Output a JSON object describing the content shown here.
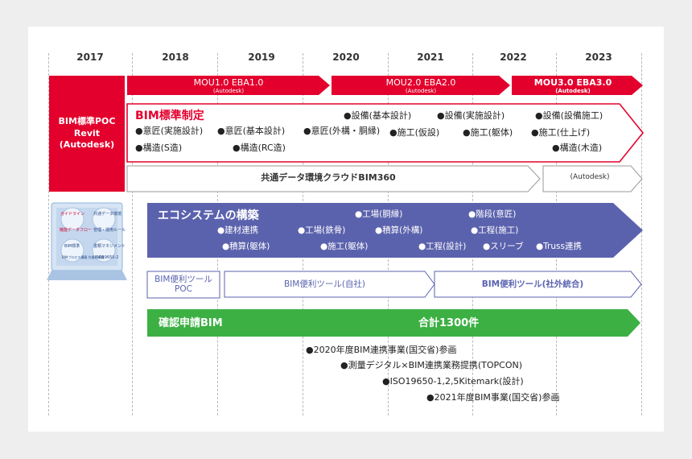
{
  "years": [
    "2017",
    "2018",
    "2019",
    "2020",
    "2021",
    "2022",
    "2023"
  ],
  "poc_box": {
    "line1": "BIM標準POC",
    "line2": "Revit",
    "line3": "(Autodesk)"
  },
  "mou": [
    {
      "label": "MOU1.0  EBA1.0",
      "sub": "(Autodesk)"
    },
    {
      "label": "MOU2.0  EBA2.0",
      "sub": "(Autodesk)"
    },
    {
      "label": "MOU3.0  EBA3.0",
      "sub": "(Autodesk)"
    }
  ],
  "bim_standard": {
    "title": "BIM標準制定",
    "items": [
      "●意匠(実施設計)",
      "●意匠(基本設計)",
      "●意匠(外構・胴縁)",
      "●構造(S造)",
      "●構造(RC造)",
      "●設備(基本設計)",
      "●施工(仮設)",
      "●設備(実施設計)",
      "●施工(躯体)",
      "●設備(設備施工)",
      "●施工(仕上げ)",
      "●構造(木造)"
    ]
  },
  "cde": {
    "label": "共通データ環境クラウドBIM360",
    "sub": "(Autodesk)"
  },
  "cd_labels": [
    "ガイドライン",
    "共通データ環境",
    "機能データフロー",
    "管理・運用ルール",
    "BIM標準",
    "書類マネジメント",
    "BIMプロセス構築\n作業手順書",
    "ISO19650-2"
  ],
  "ecosystem": {
    "title": "エコシステムの構築",
    "items": [
      "●建材連携",
      "●積算(躯体)",
      "●工場(鉄骨)",
      "●施工(躯体)",
      "●工場(胴縁)",
      "●積算(外構)",
      "●工程(設計)",
      "●階段(意匠)",
      "●工程(施工)",
      "●スリーブ",
      "●Truss連携"
    ]
  },
  "tools": {
    "poc": "BIM便利ツール\nPOC",
    "internal": "BIM便利ツール(自社)",
    "external": "BIM便利ツール(社外統合)"
  },
  "confirm": {
    "label": "確認申請BIM",
    "total": "合計1300件"
  },
  "events": [
    "●2020年度BIM連携事業(国交省)参画",
    "●測量デジタル×BIM連携業務提携(TOPCON)",
    "●ISO19650-1,2,5Kitemark(設計)",
    "●2021年度BIM事業(国交省)参画"
  ],
  "colors": {
    "red": "#e3002d",
    "blue": "#5b62ad",
    "green": "#3cb043",
    "background": "#eeeeee"
  }
}
